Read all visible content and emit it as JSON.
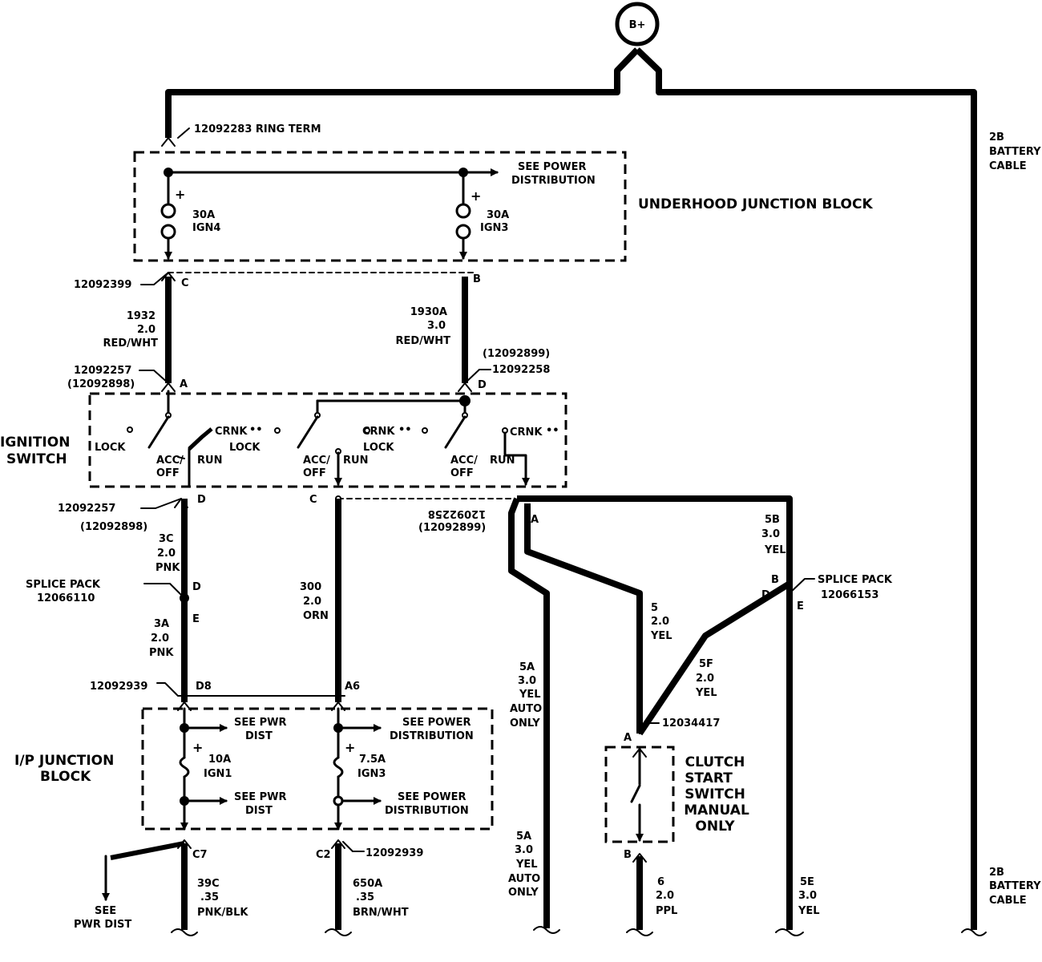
{
  "battery": {
    "label": "B+"
  },
  "labels": {
    "ring_term": "12092283  RING TERM",
    "battery_cable_top_1": "2B",
    "battery_cable_top_2": "BATTERY",
    "battery_cable_top_3": "CABLE",
    "see_power_dist_top_1": "SEE POWER",
    "see_power_dist_top_2": "DISTRIBUTION",
    "fuse_ign4_1": "30A",
    "fuse_ign4_2": "IGN4",
    "fuse_ign3_1": "30A",
    "fuse_ign3_2": "IGN3",
    "underhood_block": "UNDERHOOD  JUNCTION  BLOCK",
    "conn_12092399": "12092399",
    "pin_c_top": "C",
    "pin_b_top": "B",
    "wire_1932_1": "1932",
    "wire_1932_2": "2.0",
    "wire_1932_3": "RED/WHT",
    "wire_1930a_1": "1930A",
    "wire_1930a_2": "3.0",
    "wire_1930a_3": "RED/WHT",
    "conn_12092257_top": "12092257",
    "conn_12092898_top": "(12092898)",
    "pin_a_sw": "A",
    "conn_12092899_top": "(12092899)",
    "conn_12092258_top": "12092258",
    "pin_d_sw": "D",
    "ignition_1": "IGNITION",
    "ignition_2": "SWITCH",
    "sw_lock_1": "LOCK",
    "sw_crnk_1": "CRNK",
    "sw_lock_2": "LOCK",
    "sw_run_1": "RUN",
    "sw_acc_1": "ACC/",
    "sw_off_1": "OFF",
    "sw_crnk_2": "CRNK",
    "sw_lock_3": "LOCK",
    "sw_acc_2": "ACC/",
    "sw_off_2": "OFF",
    "sw_run_2": "RUN",
    "sw_crnk_3": "CRNK",
    "sw_acc_3": "ACC/",
    "sw_off_3": "OFF",
    "sw_run_3": "RUN",
    "crnk_mark": "••",
    "conn_12092257_bot": "12092257",
    "conn_12092898_bot": "(12092898)",
    "pin_d_bot": "D",
    "pin_c_bot": "C",
    "conn_12092258_bot": "12092258",
    "conn_12092899_bot": "(12092899)",
    "pin_a_bot": "A",
    "wire_3c_1": "3C",
    "wire_3c_2": "2.0",
    "wire_3c_3": "PNK",
    "splice_left_1": "SPLICE PACK",
    "splice_left_2": "12066110",
    "splice_left_d": "D",
    "splice_left_e": "E",
    "wire_3a_1": "3A",
    "wire_3a_2": "2.0",
    "wire_3a_3": "PNK",
    "wire_300_1": "300",
    "wire_300_2": "2.0",
    "wire_300_3": "ORN",
    "wire_5b_1": "5B",
    "wire_5b_2": "3.0",
    "wire_5b_3": "YEL",
    "splice_right_1": "SPLICE PACK",
    "splice_right_2": "12066153",
    "splice_right_b": "B",
    "splice_right_d": "D",
    "splice_right_e": "E",
    "wire_5_1": "5",
    "wire_5_2": "2.0",
    "wire_5_3": "YEL",
    "wire_5f_1": "5F",
    "wire_5f_2": "2.0",
    "wire_5f_3": "YEL",
    "wire_5a_top_1": "5A",
    "wire_5a_top_2": "3.0",
    "wire_5a_top_3": "YEL",
    "wire_5a_top_4": "AUTO",
    "wire_5a_top_5": "ONLY",
    "conn_12092939_top": "12092939",
    "pin_d8": "D8",
    "pin_a6": "A6",
    "ip_block_1": "I/P  JUNCTION",
    "ip_block_2": "BLOCK",
    "see_pwr_dist_1a": "SEE PWR",
    "see_pwr_dist_1b": "DIST",
    "see_power_dist_2a": "SEE POWER",
    "see_power_dist_2b": "DISTRIBUTION",
    "fuse_ign1_1": "10A",
    "fuse_ign1_2": "IGN1",
    "fuse_ign3b_1": "7.5A",
    "fuse_ign3b_2": "IGN3",
    "see_pwr_dist_3a": "SEE PWR",
    "see_pwr_dist_3b": "DIST",
    "see_power_dist_4a": "SEE POWER",
    "see_power_dist_4b": "DISTRIBUTION",
    "conn_12034417": "12034417",
    "clutch_pin_a": "A",
    "clutch_1": "CLUTCH",
    "clutch_2": "START",
    "clutch_3": "SWITCH",
    "clutch_4": "MANUAL",
    "clutch_5": "ONLY",
    "clutch_pin_b": "B",
    "pin_c7": "C7",
    "pin_c2": "C2",
    "conn_12092939_bot": "12092939",
    "see_pwr_dist_bot_1": "SEE",
    "see_pwr_dist_bot_2": "PWR DIST",
    "wire_39c_1": "39C",
    "wire_39c_2": ".35",
    "wire_39c_3": "PNK/BLK",
    "wire_650a_1": "650A",
    "wire_650a_2": ".35",
    "wire_650a_3": "BRN/WHT",
    "wire_5a_bot_1": "5A",
    "wire_5a_bot_2": "3.0",
    "wire_5a_bot_3": "YEL",
    "wire_5a_bot_4": "AUTO",
    "wire_5a_bot_5": "ONLY",
    "wire_6_1": "6",
    "wire_6_2": "2.0",
    "wire_6_3": "PPL",
    "wire_5e_1": "5E",
    "wire_5e_2": "3.0",
    "wire_5e_3": "YEL",
    "battery_cable_bot_1": "2B",
    "battery_cable_bot_2": "BATTERY",
    "battery_cable_bot_3": "CABLE"
  }
}
